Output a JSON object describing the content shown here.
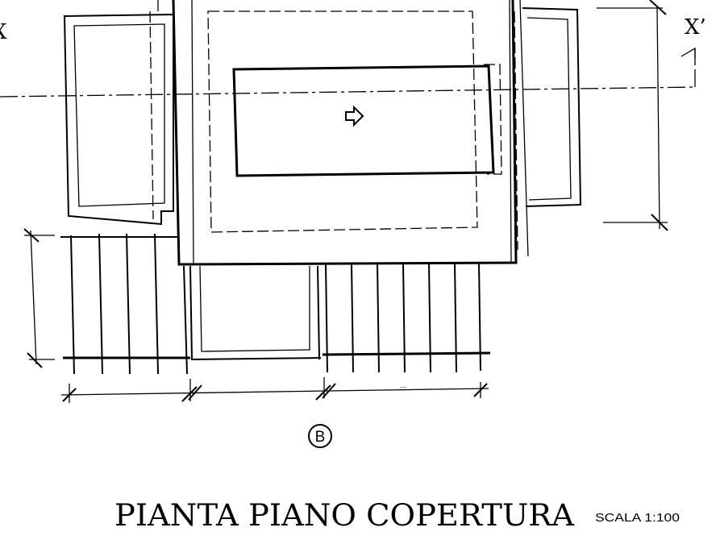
{
  "plan": {
    "section_marker_left": "X",
    "section_marker_right": "X’",
    "elevation_marker": "B",
    "title": "PIANTA PIANO COPERTURA",
    "scale": "SCALA 1:100",
    "dimension_text": "...",
    "arrow_icon": "outline-right-arrow"
  }
}
